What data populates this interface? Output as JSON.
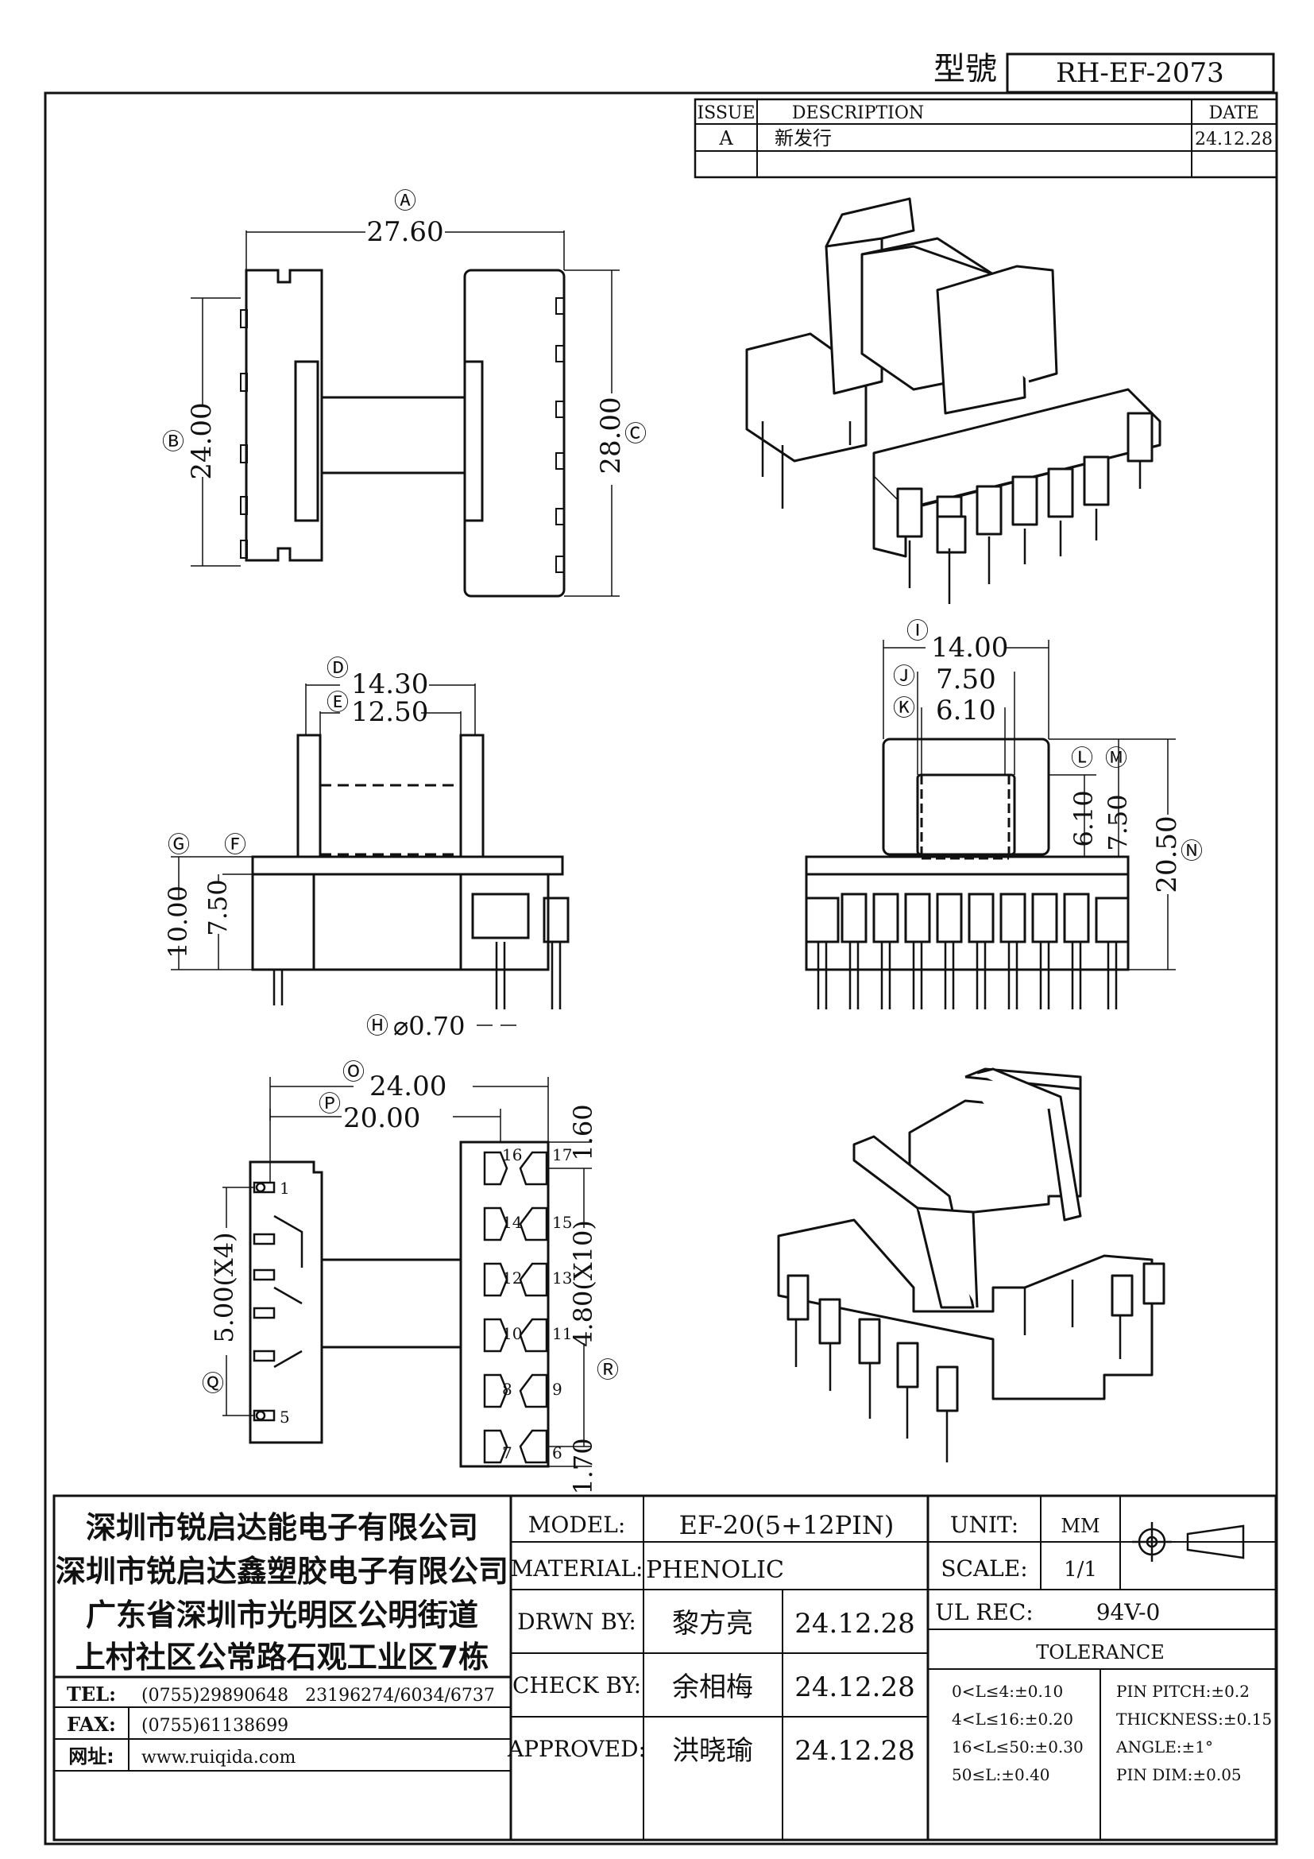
{
  "header": {
    "model_label": "型號",
    "model_no": "RH-EF-2073"
  },
  "revision": {
    "col_issue": "ISSUE",
    "col_description": "DESCRIPTION",
    "col_date": "DATE",
    "rows": [
      {
        "issue": "A",
        "description": "新发行",
        "date": "24.12.28"
      }
    ]
  },
  "dimensions": {
    "A": {
      "tag": "Ⓐ",
      "value": "27.60"
    },
    "B": {
      "tag": "Ⓑ",
      "value": "24.00"
    },
    "C": {
      "tag": "Ⓒ",
      "value": "28.00"
    },
    "D": {
      "tag": "Ⓓ",
      "value": "14.30"
    },
    "E": {
      "tag": "Ⓔ",
      "value": "12.50"
    },
    "F": {
      "tag": "Ⓕ",
      "value": "7.50"
    },
    "G": {
      "tag": "Ⓖ",
      "value": "10.00"
    },
    "H": {
      "tag": "Ⓗ",
      "value": "⌀0.70"
    },
    "I": {
      "tag": "Ⓘ",
      "value": "14.00"
    },
    "J": {
      "tag": "Ⓙ",
      "value": "7.50"
    },
    "K": {
      "tag": "Ⓚ",
      "value": "6.10"
    },
    "L": {
      "tag": "Ⓛ",
      "value": "6.10"
    },
    "M": {
      "tag": "Ⓜ",
      "value": "7.50"
    },
    "N": {
      "tag": "Ⓝ",
      "value": "20.50"
    },
    "O": {
      "tag": "Ⓞ",
      "value": "24.00"
    },
    "P": {
      "tag": "Ⓟ",
      "value": "20.00"
    },
    "Q": {
      "tag": "Ⓠ",
      "value": "5.00(X4)"
    },
    "R": {
      "tag": "Ⓡ",
      "value": "4.80(X10)"
    },
    "S": {
      "value": "1.60"
    },
    "T": {
      "value": "1.70"
    }
  },
  "pins": {
    "left": [
      "1",
      "5"
    ],
    "right": [
      "16",
      "17",
      "14",
      "15",
      "12",
      "13",
      "10",
      "11",
      "8",
      "9",
      "7",
      "6"
    ]
  },
  "company": {
    "lines": [
      "深圳市锐启达能电子有限公司",
      "深圳市锐启达鑫塑胶电子有限公司",
      "广东省深圳市光明区公明街道",
      "上村社区公常路石观工业区7栋"
    ],
    "tel_label": "TEL:",
    "tel_value": "(0755)29890648   23196274/6034/6737",
    "fax_label": "FAX:",
    "fax_value": "(0755)61138699",
    "web_label": "网址:",
    "web_value": "www.ruiqida.com"
  },
  "titleblock": {
    "model_label": "MODEL:",
    "model_value": "EF-20(5+12PIN)",
    "material_label": "MATERIAL:",
    "material_value": "PHENOLIC",
    "drawn_label": "DRWN BY:",
    "drawn_name": "黎方亮",
    "drawn_date": "24.12.28",
    "check_label": "CHECK BY:",
    "check_name": "余相梅",
    "check_date": "24.12.28",
    "approved_label": "APPROVED:",
    "approved_name": "洪晓瑜",
    "approved_date": "24.12.28",
    "unit_label": "UNIT:",
    "unit_value": "MM",
    "scale_label": "SCALE:",
    "scale_value": "1/1",
    "ulrec_label": "UL REC:",
    "ulrec_value": "94V-0",
    "tolerance_title": "TOLERANCE",
    "tol_left": [
      "0<L≤4:±0.10",
      "4<L≤16:±0.20",
      "16<L≤50:±0.30",
      "50≤L:±0.40"
    ],
    "tol_right": [
      "PIN PITCH:±0.2",
      "THICKNESS:±0.15",
      "ANGLE:±1°",
      "PIN DIM:±0.05"
    ]
  }
}
